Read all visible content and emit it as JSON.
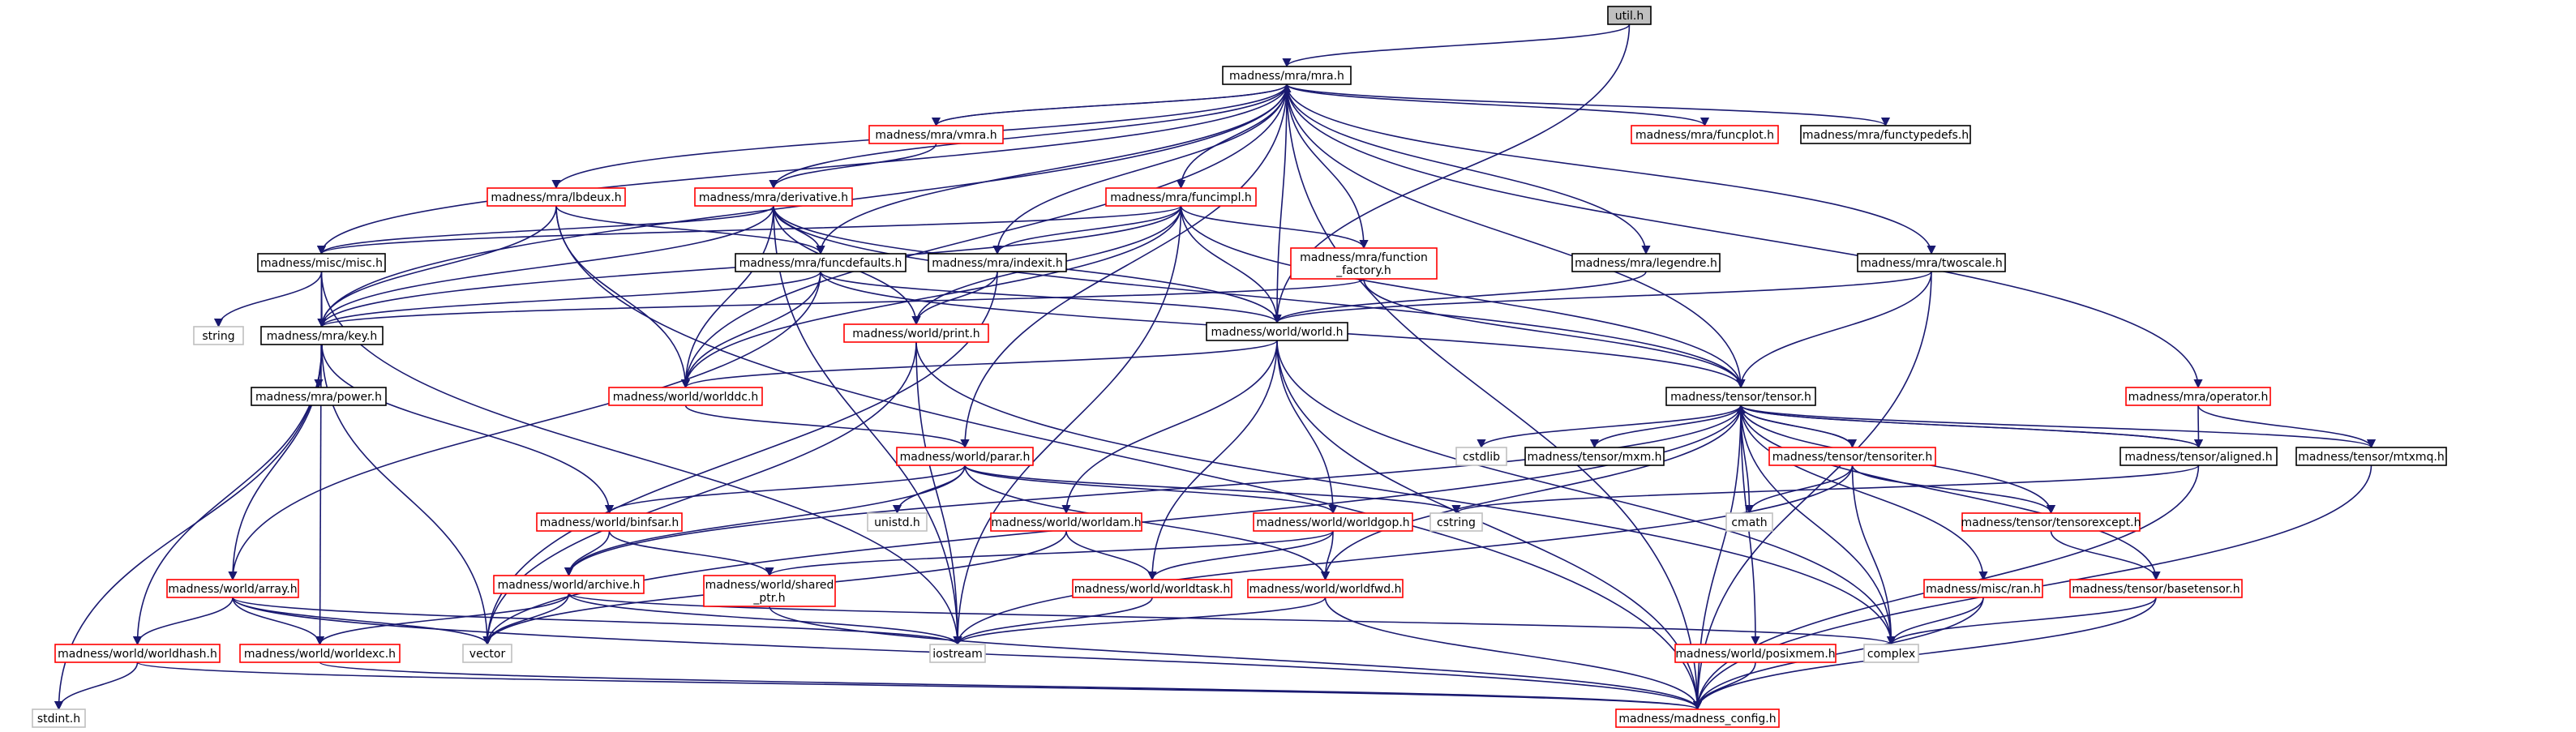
{
  "colors": {
    "edge": "#191970",
    "box_default": "#000000",
    "box_unresolved": "#ff0000",
    "box_system": "#bfbfbf",
    "root_fill": "#bfbfbf"
  },
  "nodes": [
    {
      "id": "util_h",
      "label": "util.h",
      "kind": "root"
    },
    {
      "id": "mra_h",
      "label": "madness/mra/mra.h",
      "kind": "normal"
    },
    {
      "id": "vmra_h",
      "label": "madness/mra/vmra.h",
      "kind": "red"
    },
    {
      "id": "funcplot_h",
      "label": "madness/mra/funcplot.h",
      "kind": "red"
    },
    {
      "id": "functypedefs_h",
      "label": "madness/mra/functypedefs.h",
      "kind": "normal"
    },
    {
      "id": "lbdeux_h",
      "label": "madness/mra/lbdeux.h",
      "kind": "red"
    },
    {
      "id": "derivative_h",
      "label": "madness/mra/derivative.h",
      "kind": "red"
    },
    {
      "id": "funcimpl_h",
      "label": "madness/mra/funcimpl.h",
      "kind": "red"
    },
    {
      "id": "misc_h",
      "label": "madness/misc/misc.h",
      "kind": "normal"
    },
    {
      "id": "funcdefaults_h",
      "label": "madness/mra/funcdefaults.h",
      "kind": "normal"
    },
    {
      "id": "indexit_h",
      "label": "madness/mra/indexit.h",
      "kind": "normal"
    },
    {
      "id": "function_factory_h",
      "label": [
        "madness/mra/function",
        "_factory.h"
      ],
      "kind": "red"
    },
    {
      "id": "legendre_h",
      "label": "madness/mra/legendre.h",
      "kind": "normal"
    },
    {
      "id": "twoscale_h",
      "label": "madness/mra/twoscale.h",
      "kind": "normal"
    },
    {
      "id": "string",
      "label": "string",
      "kind": "system"
    },
    {
      "id": "key_h",
      "label": "madness/mra/key.h",
      "kind": "normal"
    },
    {
      "id": "print_h",
      "label": "madness/world/print.h",
      "kind": "red"
    },
    {
      "id": "world_h",
      "label": "madness/world/world.h",
      "kind": "normal"
    },
    {
      "id": "power_h",
      "label": "madness/mra/power.h",
      "kind": "normal"
    },
    {
      "id": "worlddc_h",
      "label": "madness/world/worlddc.h",
      "kind": "red"
    },
    {
      "id": "tensor_h",
      "label": "madness/tensor/tensor.h",
      "kind": "normal"
    },
    {
      "id": "operator_h",
      "label": "madness/mra/operator.h",
      "kind": "red"
    },
    {
      "id": "parar_h",
      "label": "madness/world/parar.h",
      "kind": "red"
    },
    {
      "id": "cstdlib",
      "label": "cstdlib",
      "kind": "system"
    },
    {
      "id": "mxm_h",
      "label": "madness/tensor/mxm.h",
      "kind": "normal"
    },
    {
      "id": "tensoriter_h",
      "label": "madness/tensor/tensoriter.h",
      "kind": "red"
    },
    {
      "id": "aligned_h",
      "label": "madness/tensor/aligned.h",
      "kind": "normal"
    },
    {
      "id": "mtxmq_h",
      "label": "madness/tensor/mtxmq.h",
      "kind": "normal"
    },
    {
      "id": "binfsar_h",
      "label": "madness/world/binfsar.h",
      "kind": "red"
    },
    {
      "id": "unistd_h",
      "label": "unistd.h",
      "kind": "system"
    },
    {
      "id": "worldam_h",
      "label": "madness/world/worldam.h",
      "kind": "red"
    },
    {
      "id": "worldgop_h",
      "label": "madness/world/worldgop.h",
      "kind": "red"
    },
    {
      "id": "cstring",
      "label": "cstring",
      "kind": "system"
    },
    {
      "id": "cmath",
      "label": "cmath",
      "kind": "system"
    },
    {
      "id": "tensorexcept_h",
      "label": "madness/tensor/tensorexcept.h",
      "kind": "red"
    },
    {
      "id": "shared_ptr_h",
      "label": [
        "madness/world/shared",
        "_ptr.h"
      ],
      "kind": "red"
    },
    {
      "id": "archive_h",
      "label": "madness/world/archive.h",
      "kind": "red"
    },
    {
      "id": "array_h",
      "label": "madness/world/array.h",
      "kind": "red"
    },
    {
      "id": "worldtask_h",
      "label": "madness/world/worldtask.h",
      "kind": "red"
    },
    {
      "id": "worldfwd_h",
      "label": "madness/world/worldfwd.h",
      "kind": "red"
    },
    {
      "id": "ran_h",
      "label": "madness/misc/ran.h",
      "kind": "red"
    },
    {
      "id": "basetensor_h",
      "label": "madness/tensor/basetensor.h",
      "kind": "red"
    },
    {
      "id": "vector",
      "label": "vector",
      "kind": "system"
    },
    {
      "id": "iostream",
      "label": "iostream",
      "kind": "system"
    },
    {
      "id": "complex",
      "label": "complex",
      "kind": "system"
    },
    {
      "id": "worldhash_h",
      "label": "madness/world/worldhash.h",
      "kind": "red"
    },
    {
      "id": "worldexc_h",
      "label": "madness/world/worldexc.h",
      "kind": "red"
    },
    {
      "id": "posixmem_h",
      "label": "madness/world/posixmem.h",
      "kind": "red"
    },
    {
      "id": "stdint_h",
      "label": "stdint.h",
      "kind": "system"
    },
    {
      "id": "madness_config_h",
      "label": "madness/madness_config.h",
      "kind": "red"
    }
  ],
  "edges": [
    [
      "util_h",
      "mra_h"
    ],
    [
      "util_h",
      "world_h"
    ],
    [
      "mra_h",
      "vmra_h"
    ],
    [
      "mra_h",
      "funcplot_h"
    ],
    [
      "mra_h",
      "functypedefs_h"
    ],
    [
      "mra_h",
      "lbdeux_h"
    ],
    [
      "mra_h",
      "derivative_h"
    ],
    [
      "mra_h",
      "funcimpl_h"
    ],
    [
      "mra_h",
      "misc_h"
    ],
    [
      "mra_h",
      "funcdefaults_h"
    ],
    [
      "mra_h",
      "indexit_h"
    ],
    [
      "mra_h",
      "function_factory_h"
    ],
    [
      "mra_h",
      "legendre_h"
    ],
    [
      "mra_h",
      "twoscale_h"
    ],
    [
      "mra_h",
      "key_h"
    ],
    [
      "mra_h",
      "world_h"
    ],
    [
      "mra_h",
      "worlddc_h"
    ],
    [
      "mra_h",
      "tensor_h"
    ],
    [
      "mra_h",
      "operator_h"
    ],
    [
      "mra_h",
      "parar_h"
    ],
    [
      "mra_h",
      "madness_config_h"
    ],
    [
      "vmra_h",
      "mra_h"
    ],
    [
      "vmra_h",
      "derivative_h"
    ],
    [
      "lbdeux_h",
      "key_h"
    ],
    [
      "lbdeux_h",
      "worlddc_h"
    ],
    [
      "lbdeux_h",
      "madness_config_h"
    ],
    [
      "lbdeux_h",
      "funcdefaults_h"
    ],
    [
      "derivative_h",
      "funcdefaults_h"
    ],
    [
      "derivative_h",
      "misc_h"
    ],
    [
      "derivative_h",
      "key_h"
    ],
    [
      "derivative_h",
      "print_h"
    ],
    [
      "derivative_h",
      "worlddc_h"
    ],
    [
      "derivative_h",
      "world_h"
    ],
    [
      "derivative_h",
      "tensor_h"
    ],
    [
      "derivative_h",
      "iostream"
    ],
    [
      "funcimpl_h",
      "indexit_h"
    ],
    [
      "funcimpl_h",
      "function_factory_h"
    ],
    [
      "funcimpl_h",
      "world_h"
    ],
    [
      "funcimpl_h",
      "print_h"
    ],
    [
      "funcimpl_h",
      "key_h"
    ],
    [
      "funcimpl_h",
      "misc_h"
    ],
    [
      "funcimpl_h",
      "tensor_h"
    ],
    [
      "funcimpl_h",
      "worlddc_h"
    ],
    [
      "funcimpl_h",
      "iostream"
    ],
    [
      "misc_h",
      "string"
    ],
    [
      "misc_h",
      "key_h"
    ],
    [
      "misc_h",
      "iostream"
    ],
    [
      "misc_h",
      "worldexc_h"
    ],
    [
      "funcdefaults_h",
      "key_h"
    ],
    [
      "funcdefaults_h",
      "world_h"
    ],
    [
      "funcdefaults_h",
      "worlddc_h"
    ],
    [
      "funcdefaults_h",
      "tensor_h"
    ],
    [
      "funcdefaults_h",
      "array_h"
    ],
    [
      "indexit_h",
      "print_h"
    ],
    [
      "indexit_h",
      "vector"
    ],
    [
      "function_factory_h",
      "key_h"
    ],
    [
      "function_factory_h",
      "tensor_h"
    ],
    [
      "legendre_h",
      "world_h"
    ],
    [
      "twoscale_h",
      "world_h"
    ],
    [
      "twoscale_h",
      "tensor_h"
    ],
    [
      "twoscale_h",
      "madness_config_h"
    ],
    [
      "key_h",
      "power_h"
    ],
    [
      "key_h",
      "binfsar_h"
    ],
    [
      "key_h",
      "array_h"
    ],
    [
      "key_h",
      "worldhash_h"
    ],
    [
      "key_h",
      "vector"
    ],
    [
      "key_h",
      "stdint_h"
    ],
    [
      "print_h",
      "vector"
    ],
    [
      "print_h",
      "iostream"
    ],
    [
      "print_h",
      "complex"
    ],
    [
      "world_h",
      "worlddc_h"
    ],
    [
      "world_h",
      "worldam_h"
    ],
    [
      "world_h",
      "worldgop_h"
    ],
    [
      "world_h",
      "worldtask_h"
    ],
    [
      "world_h",
      "madness_config_h"
    ],
    [
      "world_h",
      "complex"
    ],
    [
      "worlddc_h",
      "parar_h"
    ],
    [
      "tensor_h",
      "cstdlib"
    ],
    [
      "tensor_h",
      "mxm_h"
    ],
    [
      "tensor_h",
      "tensoriter_h"
    ],
    [
      "tensor_h",
      "aligned_h"
    ],
    [
      "tensor_h",
      "mtxmq_h"
    ],
    [
      "tensor_h",
      "tensorexcept_h"
    ],
    [
      "tensor_h",
      "basetensor_h"
    ],
    [
      "tensor_h",
      "ran_h"
    ],
    [
      "tensor_h",
      "cmath"
    ],
    [
      "tensor_h",
      "complex"
    ],
    [
      "tensor_h",
      "posixmem_h"
    ],
    [
      "tensor_h",
      "madness_config_h"
    ],
    [
      "tensor_h",
      "vector"
    ],
    [
      "tensor_h",
      "archive_h"
    ],
    [
      "tensor_h",
      "worldfwd_h"
    ],
    [
      "operator_h",
      "aligned_h"
    ],
    [
      "operator_h",
      "mtxmq_h"
    ],
    [
      "parar_h",
      "unistd_h"
    ],
    [
      "parar_h",
      "cstring"
    ],
    [
      "parar_h",
      "binfsar_h"
    ],
    [
      "parar_h",
      "archive_h"
    ],
    [
      "parar_h",
      "worldgop_h"
    ],
    [
      "parar_h",
      "worldfwd_h"
    ],
    [
      "tensoriter_h",
      "tensor_h"
    ],
    [
      "tensoriter_h",
      "cmath"
    ],
    [
      "tensoriter_h",
      "tensorexcept_h"
    ],
    [
      "tensoriter_h",
      "complex"
    ],
    [
      "tensoriter_h",
      "iostream"
    ],
    [
      "aligned_h",
      "tensor_h"
    ],
    [
      "aligned_h",
      "cstring"
    ],
    [
      "aligned_h",
      "madness_config_h"
    ],
    [
      "mtxmq_h",
      "madness_config_h"
    ],
    [
      "binfsar_h",
      "archive_h"
    ],
    [
      "binfsar_h",
      "shared_ptr_h"
    ],
    [
      "worldam_h",
      "worldtask_h"
    ],
    [
      "worldam_h",
      "vector"
    ],
    [
      "worldgop_h",
      "worldtask_h"
    ],
    [
      "worldgop_h",
      "worldfwd_h"
    ],
    [
      "tensorexcept_h",
      "basetensor_h"
    ],
    [
      "shared_ptr_h",
      "madness_config_h"
    ],
    [
      "archive_h",
      "vector"
    ],
    [
      "archive_h",
      "iostream"
    ],
    [
      "archive_h",
      "complex"
    ],
    [
      "archive_h",
      "worldexc_h"
    ],
    [
      "array_h",
      "vector"
    ],
    [
      "array_h",
      "iostream"
    ],
    [
      "array_h",
      "worldexc_h"
    ],
    [
      "array_h",
      "worldhash_h"
    ],
    [
      "array_h",
      "madness_config_h"
    ],
    [
      "worldtask_h",
      "iostream"
    ],
    [
      "worldfwd_h",
      "iostream"
    ],
    [
      "worldfwd_h",
      "madness_config_h"
    ],
    [
      "ran_h",
      "complex"
    ],
    [
      "ran_h",
      "madness_config_h"
    ],
    [
      "basetensor_h",
      "complex"
    ],
    [
      "basetensor_h",
      "madness_config_h"
    ],
    [
      "worldhash_h",
      "stdint_h"
    ],
    [
      "worldhash_h",
      "madness_config_h"
    ],
    [
      "worldexc_h",
      "madness_config_h"
    ],
    [
      "posixmem_h",
      "madness_config_h"
    ],
    [
      "worldgop_h",
      "shared_ptr_h"
    ]
  ]
}
